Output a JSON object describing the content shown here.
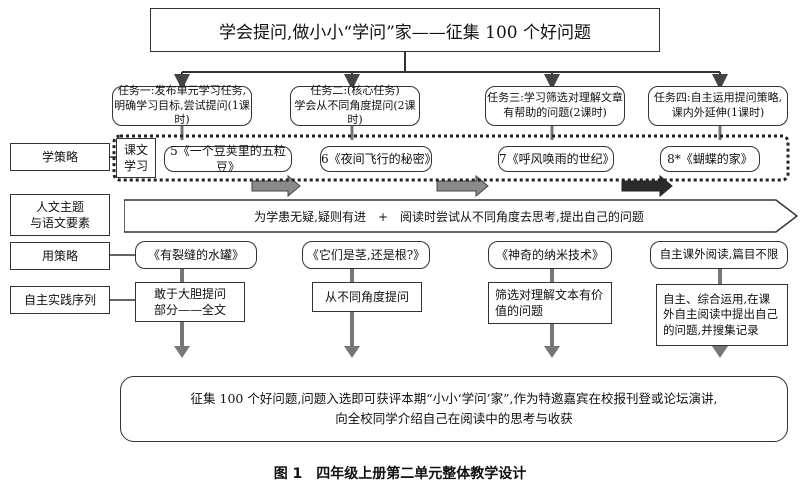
{
  "title": "学会提问,做小小“学问”家——征集 100 个好问题",
  "tasks": [
    "任务一:发布单元学习任务,明确学习目标,尝试提问(1课时)",
    "任务二:(核心任务)\n学会从不同角度提问(2课时)",
    "任务三:学习筛选对理解文章有帮助的问题(2课时)",
    "任务四:自主运用提问策略,课内外延伸(1课时)"
  ],
  "row_labels": {
    "strategy": "学策略",
    "theme": "人文主题\n与语文要素",
    "use": "用策略",
    "practice": "自主实践序列"
  },
  "text_study_label": "课文\n学习",
  "lessons": [
    "5《一个豆荚里的五粒豆》",
    "6《夜间飞行的秘密》",
    "7《呼风唤雨的世纪》",
    "8*《蝴蝶的家》"
  ],
  "theme_banner": "为学患无疑,疑则有进　+　阅读时尝试从不同角度去思考,提出自己的问题",
  "use_items": [
    "《有裂缝的水罐》",
    "《它们是茎,还是根?》",
    "《神奇的纳米技术》",
    "自主课外阅读,篇目不限"
  ],
  "practice_items": [
    "敢于大胆提问\n部分——全文",
    "从不同角度提问",
    "筛选对理解文本有价值的问题",
    "自主、综合运用,在课外自主阅读中提出自己的问题,并搜集记录"
  ],
  "outcome": "征集 100 个好问题,问题入选即可获评本期“小小‘学问’家”,作为特邀嘉宾在校报刊登或论坛演讲,\n向全校同学介绍自己在阅读中的思考与收获",
  "caption": "图 1　四年级上册第二单元整体教学设计",
  "colors": {
    "arrow_light": "#8a8a8a",
    "arrow_dark": "#2a2a2a",
    "line": "#333333"
  }
}
